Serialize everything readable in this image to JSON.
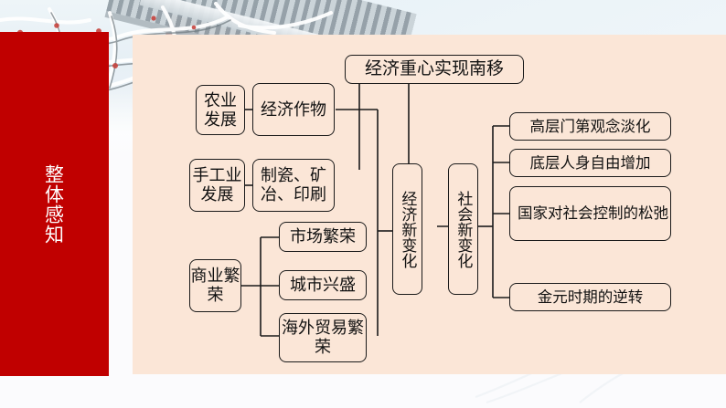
{
  "slide": {
    "banner": {
      "title": "整体感知",
      "bg_color": "#c00000",
      "text_color": "#ffffff"
    },
    "panel_color": "#fbe6d7",
    "node_border_color": "#1a1a1a"
  },
  "diagram": {
    "root": {
      "label": "经济重心实现南移"
    },
    "branch_economy": {
      "label": "经济新变化"
    },
    "branch_society": {
      "label": "社会新变化"
    },
    "economy_categories": [
      {
        "label": "农业发展",
        "detail": "经济作物"
      },
      {
        "label": "手工业发展",
        "detail": "制瓷、矿冶、印刷"
      },
      {
        "label": "商业繁荣",
        "details": [
          "市场繁荣",
          "城市兴盛",
          "海外贸易繁荣"
        ]
      }
    ],
    "agriculture": {
      "label": "农业发展"
    },
    "agriculture_detail": {
      "label": "经济作物"
    },
    "handicraft": {
      "label": "手工业发展"
    },
    "handicraft_detail": {
      "label": "制瓷、矿冶、印刷"
    },
    "commerce": {
      "label": "商业繁荣"
    },
    "commerce_details": [
      {
        "label": "市场繁荣"
      },
      {
        "label": "城市兴盛"
      },
      {
        "label": "海外贸易繁荣"
      }
    ],
    "society_items": [
      {
        "label": "高层门第观念淡化"
      },
      {
        "label": "底层人身自由增加"
      },
      {
        "label": "国家对社会控制的松弛"
      },
      {
        "label": "金元时期的逆转"
      }
    ]
  }
}
